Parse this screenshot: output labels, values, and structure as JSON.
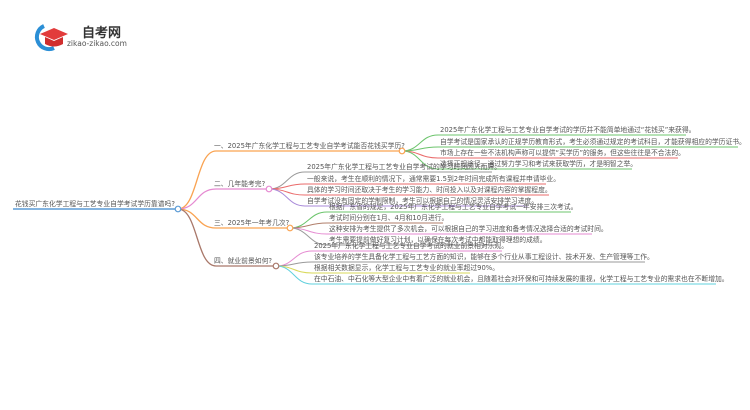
{
  "logo": {
    "title": "自考网",
    "url": "zikao-zikao.com"
  },
  "root": {
    "label": "花钱买广东化学工程与工艺专业自学考试学历靠谱吗?",
    "color": "#5b9bd5"
  },
  "branches": [
    {
      "label": "一、2025年广东化学工程与工艺专业自学考试能否花钱买学历?",
      "color": "#f9a352",
      "leaves": [
        {
          "text": "2025年广东化学工程与工艺专业自学考试的学历并不能简单地通过“花钱买”来获得。",
          "color": "#6cc46c"
        },
        {
          "text": "自学考试是国家承认的正规学历教育形式，考生必须通过规定的考试科目，才能获得相应的学历证书。",
          "color": "#6cc46c"
        },
        {
          "text": "市场上存在一些不法机构声称可以提供“买学历”的服务，但这些往往是不合法的。",
          "color": "#ea6b6b"
        },
        {
          "text": "选择正规途径，通过努力学习和考试来获取学历，才是明智之举。",
          "color": "#6cc46c"
        }
      ]
    },
    {
      "label": "二、几年能考完?",
      "color": "#e58ad1",
      "leaves": [
        {
          "text": "2025年广东化学工程与工艺专业自学考试的学习时间因人而异。",
          "color": "#9a9a9a"
        },
        {
          "text": "一般来说，考生在顺利的情况下，通常需要1.5到2年时间完成所有课程并申请毕业。",
          "color": "#ea6b6b"
        },
        {
          "text": "具体的学习时间还取决于考生的学习能力、时间投入以及对课程内容的掌握程度。",
          "color": "#ea6b6b"
        },
        {
          "text": "自学考试没有固定的学制限制，考生可以根据自己的情况灵活安排学习进度。",
          "color": "#a98ad9"
        }
      ]
    },
    {
      "label": "三、2025年一年考几次?",
      "color": "#f9a352",
      "leaves": [
        {
          "text": "根据广东省的规定，2025年广东化学工程与工艺专业自学考试一年安排三次考试。",
          "color": "#6cc46c"
        },
        {
          "text": "考试时间分别在1月、4月和10月进行。",
          "color": "#b07e6a"
        },
        {
          "text": "这种安排为考生提供了多次机会，可以根据自己的学习进度和备考情况选择合适的考试时间。",
          "color": "#e58ad1"
        },
        {
          "text": "考生需要提前做好复习计划，以确保在每次考试中都能取得理想的成绩。",
          "color": "#9a9a9a"
        }
      ]
    },
    {
      "label": "四、就业前景如何?",
      "color": "#a9786a",
      "leaves": [
        {
          "text": "2025年广东化学工程与工艺专业自学考试的就业前景相对乐观。",
          "color": "#e58ad1"
        },
        {
          "text": "该专业培养的学生具备化学工程与工艺方面的知识，能够在多个行业从事工程设计、技术开发、生产管理等工作。",
          "color": "#9a9a9a"
        },
        {
          "text": "根据相关数据显示，化学工程与工艺专业的就业率超过90%。",
          "color": "#d9d95a"
        },
        {
          "text": "在中石油、中石化等大型企业中有着广泛的就业机会，且随着社会对环保和可持续发展的重视，化学工程与工艺专业的需求也在不断增加。",
          "color": "#5fd0dd"
        }
      ]
    }
  ]
}
